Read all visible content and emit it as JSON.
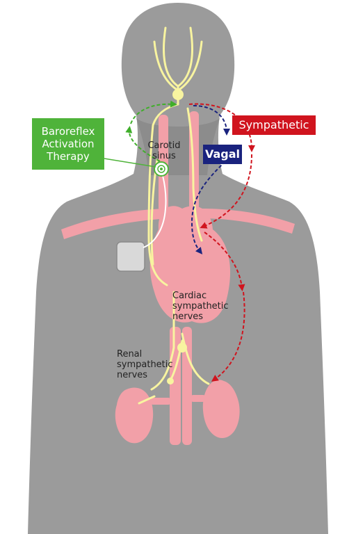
{
  "labels": {
    "baroreflex": [
      "Baroreflex",
      "Activation",
      "Therapy"
    ],
    "sympathetic": "Sympathetic",
    "vagal": "Vagal",
    "carotid_sinus": [
      "Carotid",
      "sinus"
    ],
    "cardiac_sympathetic": [
      "Cardiac",
      "sympathetic",
      "nerves"
    ],
    "renal_sympathetic": [
      "Renal",
      "sympathetic",
      "nerves"
    ]
  },
  "colors": {
    "body": "#9a9a9a",
    "vessels": "#f2a0a8",
    "nerves": "#f8f4a0",
    "baroreflex_box": "#4fb33a",
    "sympathetic_box": "#d0141e",
    "vagal_box": "#1a237e",
    "green_arrow": "#3fae2a",
    "red_arrow": "#d0141e",
    "blue_arrow": "#1a237e"
  }
}
